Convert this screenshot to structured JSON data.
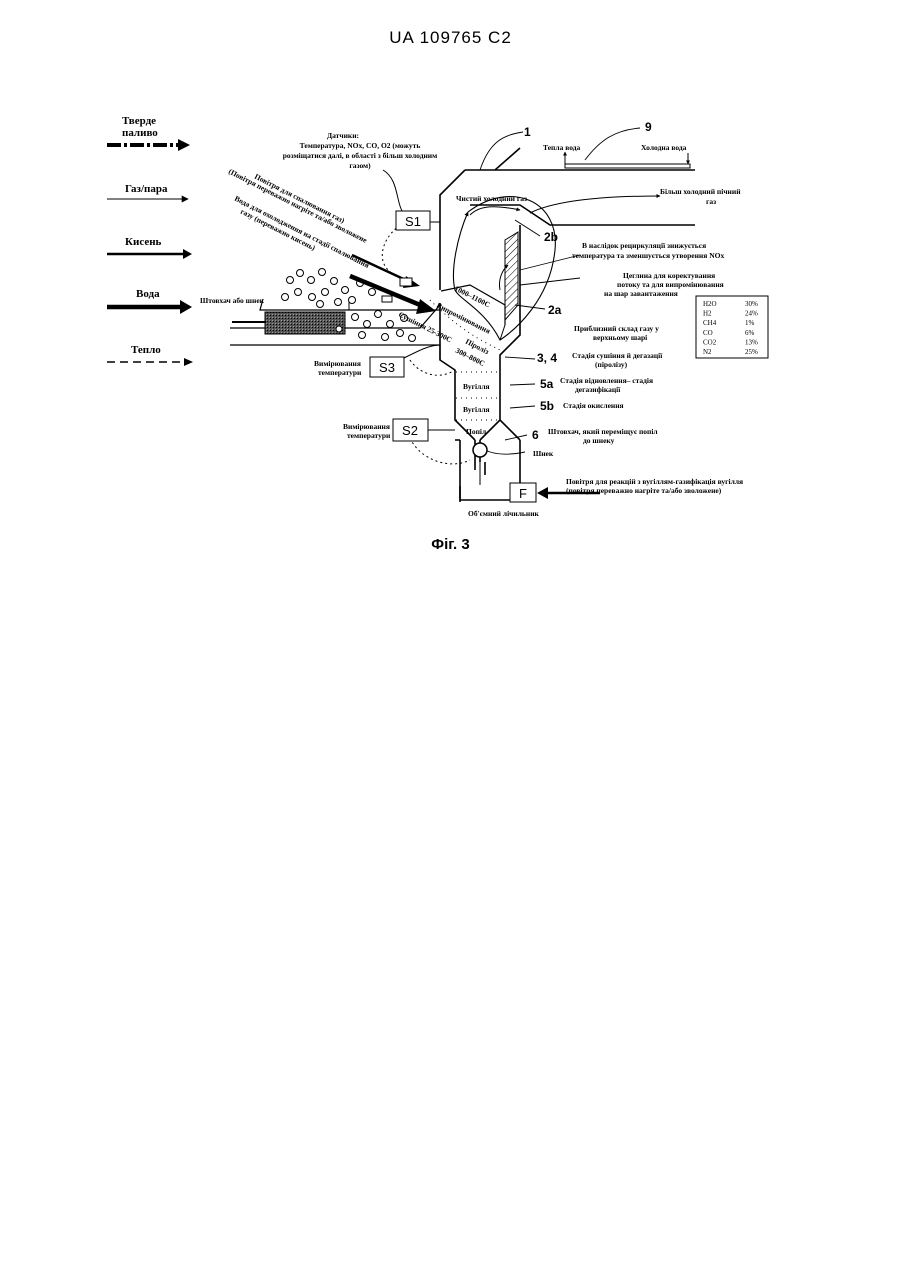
{
  "header": "UA   109765   C2",
  "figure_caption": "Фіг. 3",
  "legend": [
    {
      "label_lines": [
        "Тверде",
        "паливо"
      ]
    },
    {
      "label_lines": [
        "Газ/пара"
      ]
    },
    {
      "label_lines": [
        "Кисень"
      ]
    },
    {
      "label_lines": [
        "Вода"
      ]
    },
    {
      "label_lines": [
        "Тепло"
      ]
    }
  ],
  "sensors_note": [
    "Датчики:",
    "Температура, NOx, CO, O2 (можуть",
    "розміщатися далі, в області з більш холодним",
    "газом)"
  ],
  "numbers": {
    "n1": "1",
    "n9": "9",
    "n2b": "2b",
    "n2a": "2a",
    "n34": "3, 4",
    "n5a": "5a",
    "n5b": "5b",
    "n6": "6"
  },
  "water": {
    "warm": "Тепла вода",
    "cold": "Холодна вода"
  },
  "gas": {
    "clean_cold": "Чистий холодний газ",
    "colder_flue": [
      "Більш холодний пічний",
      "газ"
    ]
  },
  "recirc_note": [
    "В наслідок рециркуляції знижується",
    "температура та зменшується утворення NOx"
  ],
  "brick_note": [
    "Цеглина для коректування",
    "потоку та для випромінювання",
    "на шар завантаження"
  ],
  "composition": {
    "title": [
      "Приблизний склад газу у",
      "верхньому шарі"
    ],
    "rows": [
      {
        "gas": "H2O",
        "value": "30%"
      },
      {
        "gas": "H2",
        "value": "24%"
      },
      {
        "gas": "CH4",
        "value": "1%"
      },
      {
        "gas": "CO",
        "value": "6%"
      },
      {
        "gas": "CO2",
        "value": "13%"
      },
      {
        "gas": "N2",
        "value": "25%"
      }
    ]
  },
  "stages": {
    "drying": [
      "Стадія сушіння й дегазації",
      "(піролізу)"
    ],
    "reduction": [
      "Стадія відновлення– стадія",
      "дегазифікації"
    ],
    "oxidation": "Стадія окислення",
    "pusher_ash": [
      "Штовхач, який переміщує попіл",
      "до шнеку"
    ]
  },
  "air_note": [
    "Повітря для реакцій з вугіллям-газифікація вугілля",
    "(повітря переважно нагріте та/або зволожене)"
  ],
  "meter": "Об'ємний лічильник",
  "auger": "Шнек",
  "pusher": "Штовхач або шнек",
  "temp_meas": [
    "Вимірювання",
    "температури"
  ],
  "boxes": {
    "s1": "S1",
    "s2": "S2",
    "s3": "S3",
    "f": "F"
  },
  "zones": {
    "charcoal": "Вугілля",
    "ash": "Попіл"
  },
  "diag_labels": {
    "air_comb": [
      "Повітря для спалювання газ)",
      "(Повітря переважно нагріте та/або зволожене"
    ],
    "water_cool": [
      "Вода для охолодження на стадії спалювання",
      "газу (переважно кисень)"
    ],
    "t1000": "1000–1100C",
    "radiation": "Випромінювання",
    "drying_t": "Сушіння 25-300C",
    "pyro": "Піроліз",
    "pyro_t": "300–800C"
  }
}
